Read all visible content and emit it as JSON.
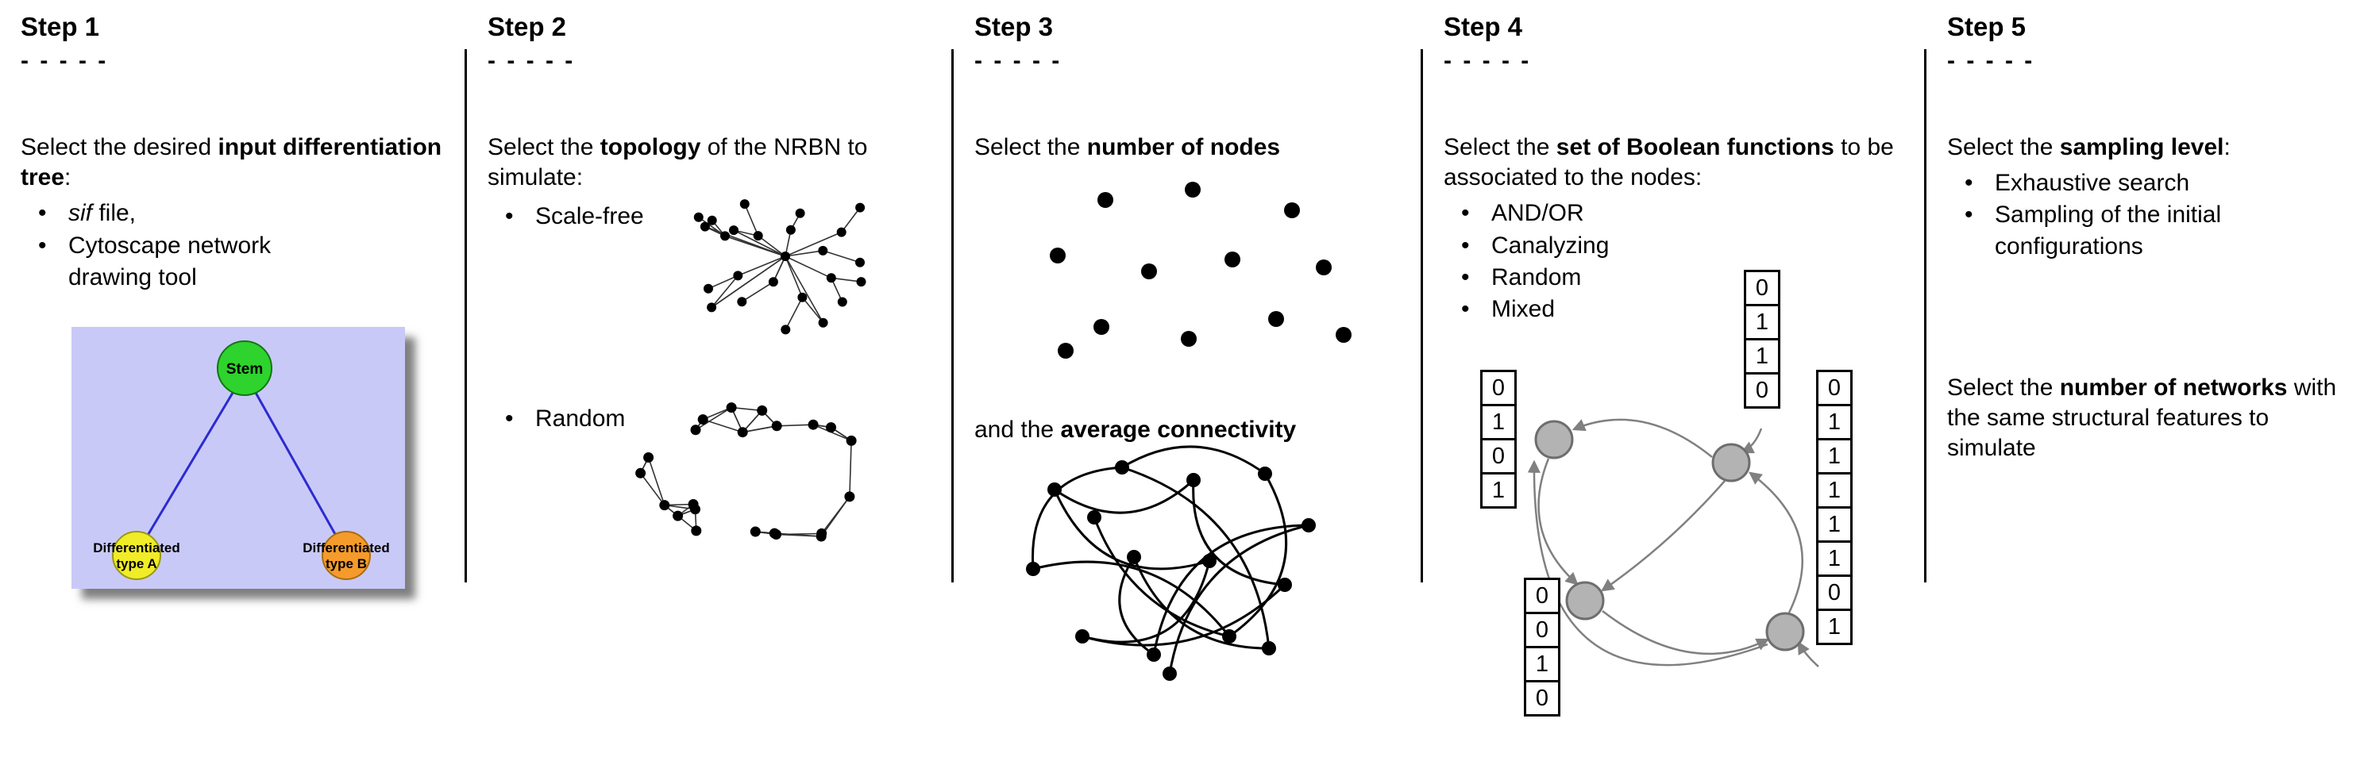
{
  "steps": [
    {
      "title": "Step 1",
      "dashes": "- - - - -",
      "instruction": {
        "pre": "Select the desired ",
        "bold": "input differentiation tree",
        "post": ":"
      },
      "bullets": [
        {
          "italic": "sif",
          "post": " file,"
        },
        {
          "text": "Cytoscape network drawing tool"
        }
      ],
      "tree": {
        "stem_label": "Stem",
        "type_a_line1": "Differentiated",
        "type_a_line2": "type A",
        "type_b_line1": "Differentiated",
        "type_b_line2": "type B",
        "background_color": "#c9c9f8",
        "stem_color": "#2ed32e",
        "type_a_color": "#f0ec28",
        "type_b_color": "#f49b2b",
        "edge_color": "#2b2bd0"
      }
    },
    {
      "title": "Step 2",
      "dashes": "- - - - -",
      "instruction": {
        "pre": "Select the ",
        "bold": "topology",
        "post": " of the NRBN to simulate:"
      },
      "bullets": [
        {
          "text": "Scale-free"
        },
        {
          "text": "Random"
        }
      ]
    },
    {
      "title": "Step 3",
      "dashes": "- - - - -",
      "instruction": {
        "pre": "Select the ",
        "bold": "number of nodes",
        "post": ""
      },
      "instruction2": {
        "pre": "and the ",
        "bold": "average connectivity",
        "post": ""
      }
    },
    {
      "title": "Step 4",
      "dashes": "- - - - -",
      "instruction": {
        "pre": "Select the ",
        "bold": "set of Boolean functions",
        "post": " to be associated to the nodes:"
      },
      "bullets": [
        {
          "text": "AND/OR"
        },
        {
          "text": "Canalyzing"
        },
        {
          "text": "Random"
        },
        {
          "text": "Mixed"
        }
      ],
      "boolean_tables": {
        "left": [
          "0",
          "1",
          "0",
          "1"
        ],
        "top": [
          "0",
          "1",
          "1",
          "0"
        ],
        "bottom_left": [
          "0",
          "0",
          "1",
          "0"
        ],
        "right": [
          "0",
          "1",
          "1",
          "1",
          "1",
          "1",
          "0",
          "1"
        ]
      },
      "node_color": "#b3b3b3"
    },
    {
      "title": "Step 5",
      "dashes": "- - - - -",
      "instruction": {
        "pre": "Select the ",
        "bold": "sampling level",
        "post": ":"
      },
      "bullets": [
        {
          "text": "Exhaustive search"
        },
        {
          "text": "Sampling of the initial configurations"
        }
      ],
      "instruction2": {
        "pre": "Select the ",
        "bold": "number of networks",
        "post": " with the same structural features to simulate"
      }
    }
  ]
}
